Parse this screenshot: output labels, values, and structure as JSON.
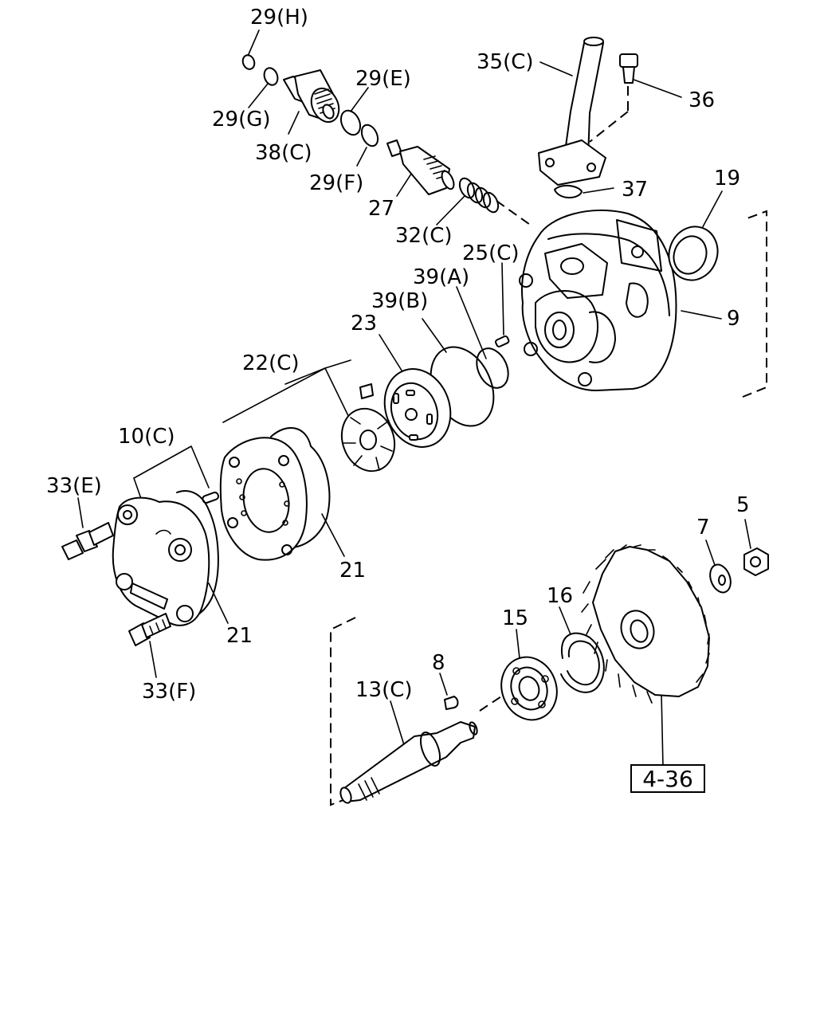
{
  "labels": {
    "l29h": "29(H)",
    "l29g": "29(G)",
    "l38c": "38(C)",
    "l29e": "29(E)",
    "l29f": "29(F)",
    "l27": "27",
    "l35c": "35(C)",
    "l36": "36",
    "l37": "37",
    "l19": "19",
    "l32c": "32(C)",
    "l25c": "25(C)",
    "l39a": "39(A)",
    "l39b": "39(B)",
    "l23": "23",
    "l9": "9",
    "l22c": "22(C)",
    "l10c": "10(C)",
    "l33e": "33(E)",
    "l21a": "21",
    "l21b": "21",
    "l33f": "33(F)",
    "l5": "5",
    "l7": "7",
    "l16": "16",
    "l15": "15",
    "l8": "8",
    "l13c": "13(C)",
    "ref436": "4-36"
  }
}
